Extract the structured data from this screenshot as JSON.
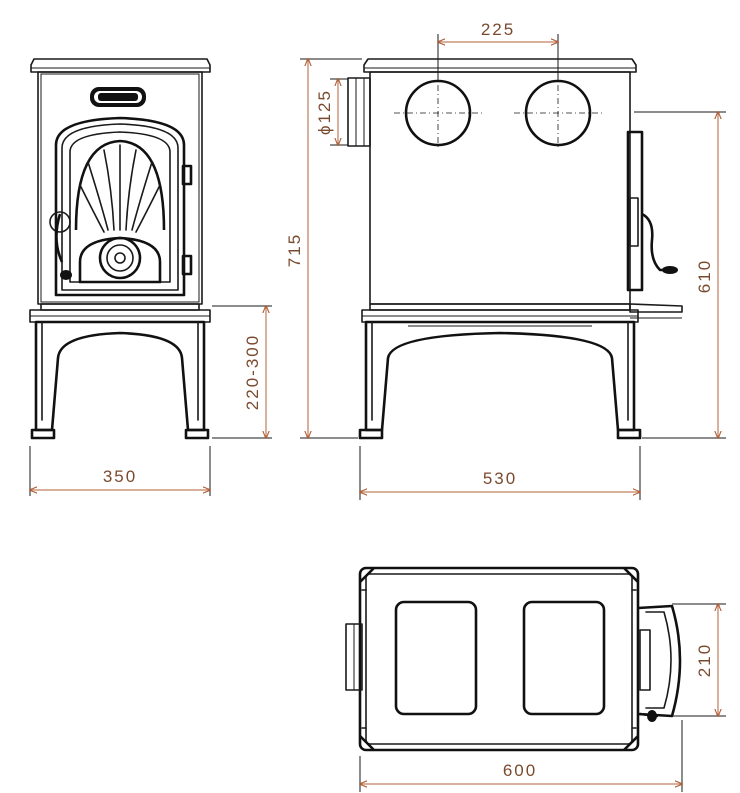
{
  "dimensions": {
    "front_width": "350",
    "leg_height": "220-300",
    "total_height": "715",
    "flue_diameter": "ϕ125",
    "flue_spacing": "225",
    "side_depth": "530",
    "body_height": "610",
    "top_depth": "600",
    "handle_width": "210"
  },
  "icons": {
    "badge": "brand-badge-icon",
    "flue_outlet": "flue-outlet-icon",
    "door_handle": "door-handle-icon",
    "air_control": "air-control-knob-icon"
  },
  "colors": {
    "line": "#1a1a1a",
    "dimension_line": "#b0603a",
    "dimension_text": "#7a4a2e"
  }
}
